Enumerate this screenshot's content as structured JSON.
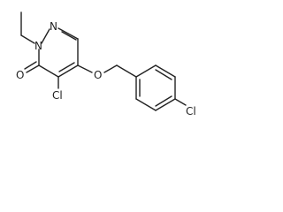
{
  "diagram": {
    "type": "chemical-structure",
    "atoms": {
      "n1": "N",
      "n2": "N",
      "o_carbonyl": "O",
      "cl_ring": "Cl",
      "o_ether": "O",
      "cl_benzyl": "Cl"
    }
  }
}
